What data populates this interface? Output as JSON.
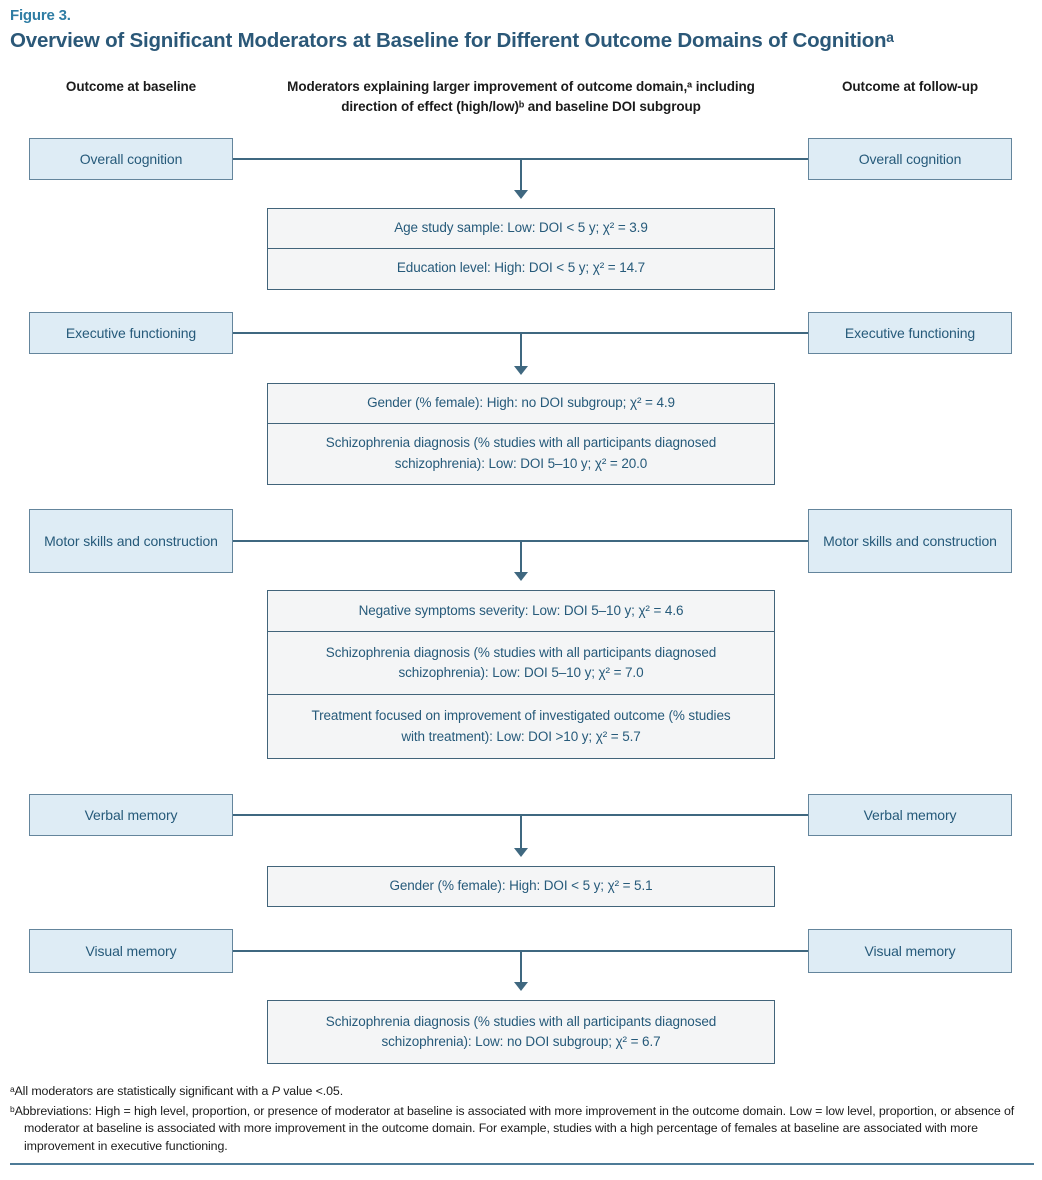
{
  "figure": {
    "label": "Figure 3.",
    "title": "Overview of Significant Moderators at Baseline for Different Outcome Domains of Cognitionᵃ"
  },
  "columns": {
    "left": "Outcome at baseline",
    "middle": "Moderators explaining larger improvement of outcome domain,ᵃ including direction of effect (high/low)ᵇ and baseline DOI subgroup",
    "right": "Outcome at follow-up"
  },
  "rows": [
    {
      "left": "Overall cognition",
      "right": "Overall cognition",
      "moderators": [
        "Age study sample: Low: DOI < 5 y; χ² = 3.9",
        "Education level: High: DOI < 5 y; χ² = 14.7"
      ]
    },
    {
      "left": "Executive functioning",
      "right": "Executive functioning",
      "moderators": [
        "Gender (% female): High: no DOI subgroup; χ² = 4.9",
        "Schizophrenia diagnosis (% studies with all participants diagnosed schizophrenia): Low: DOI 5–10 y; χ² = 20.0"
      ]
    },
    {
      "left": "Motor skills and construction",
      "right": "Motor skills and construction",
      "moderators": [
        "Negative symptoms severity: Low: DOI 5–10 y; χ² = 4.6",
        "Schizophrenia diagnosis (% studies with all participants diagnosed schizophrenia): Low: DOI 5–10 y; χ² = 7.0",
        "Treatment focused on improvement of investigated outcome (% studies with treatment): Low: DOI >10 y; χ² = 5.7"
      ]
    },
    {
      "left": "Verbal memory",
      "right": "Verbal memory",
      "moderators": [
        "Gender (% female): High: DOI < 5 y; χ² = 5.1"
      ]
    },
    {
      "left": "Visual memory",
      "right": "Visual memory",
      "moderators": [
        "Schizophrenia diagnosis (% studies with all participants diagnosed schizophrenia): Low: no DOI subgroup; χ² = 6.7"
      ]
    }
  ],
  "footnotes": {
    "a_prefix": "ᵃAll moderators are statistically significant with a ",
    "a_italic": "P",
    "a_suffix": " value <.05.",
    "b": "ᵇAbbreviations: High = high level, proportion, or presence of moderator at baseline is associated with more improvement in the outcome domain. Low = low level, proportion, or absence of moderator at baseline is associated with more improvement in the outcome domain. For example, studies with a high percentage of females at baseline are associated with more improvement in executive functioning."
  },
  "colors": {
    "accent": "#2f7da4",
    "title": "#2b5878",
    "box-fill": "#deecf5",
    "box-border": "#64859c",
    "box-text": "#265a7a",
    "mod-fill": "#f4f5f6",
    "mod-border": "#42647a",
    "line": "#3f6880",
    "rule": "#4e7b97"
  }
}
